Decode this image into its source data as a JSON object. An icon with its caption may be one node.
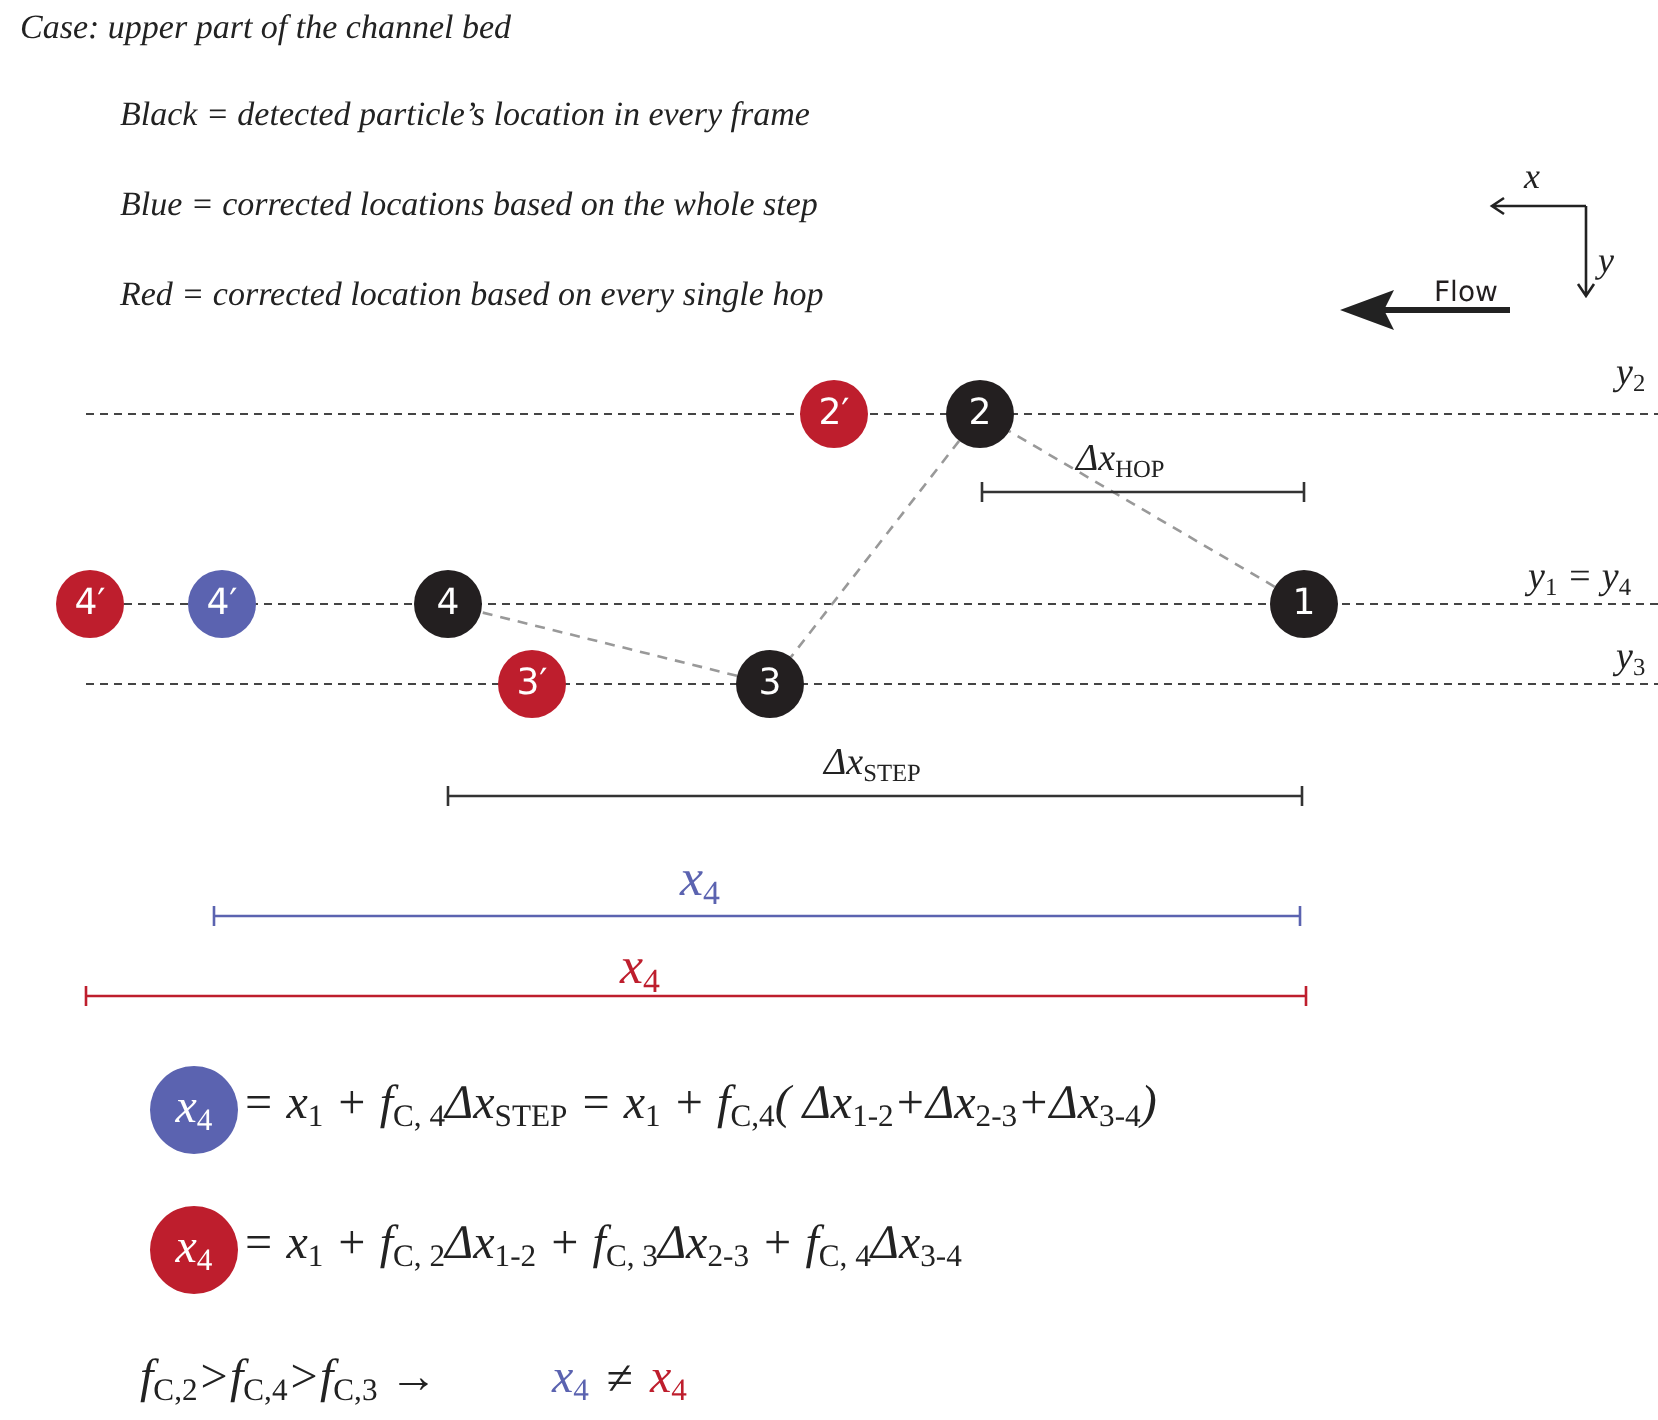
{
  "diagram": {
    "title": "Case: upper part of the channel bed",
    "nodes": [
      {
        "text": [
          "2′"
        ]
      },
      {
        "text": [
          "2"
        ]
      },
      {
        "text": [
          "4′"
        ]
      },
      {
        "text": [
          "4′"
        ]
      },
      {
        "text": [
          "4"
        ]
      },
      {
        "text": [
          "1"
        ]
      },
      {
        "text": [
          "3′"
        ]
      },
      {
        "text": [
          "3"
        ]
      },
      {
        "text": [
          "x$_{4}$"
        ],
        "beside": [
          "= x$_{1}$ + f$_{C, 4}$Δx$_{STEP}$ =  x$_{1}$ + f$_{C,4}$( Δx$_{1-2}$+Δx$_{2-3}$+Δx$_{3-4}$)"
        ]
      },
      {
        "text": [
          "x$_{4}$"
        ],
        "beside": [
          "= x$_{1}$ + f$_{C, 2}$Δx$_{1-2}$ + f$_{C, 3}$Δx$_{2-3}$ + f$_{C, 4}$Δx$_{3-4}$"
        ]
      }
    ],
    "edges": [
      {
        "from": 5,
        "to": 1,
        "arrow": "none",
        "style": "dashed"
      },
      {
        "from": 1,
        "to": 7,
        "arrow": "none",
        "style": "dashed"
      },
      {
        "from": 7,
        "to": 4,
        "arrow": "none",
        "style": "dashed"
      }
    ],
    "labels": [
      "Black = detected particle’s location in every frame",
      "Blue = corrected locations based on the whole step",
      "Red = corrected location based on every single hop",
      "x",
      "y",
      "Flow",
      "y$_{2}$",
      "Δx$_{HOP}$",
      "y$_{1}$ = y$_{4}$",
      "y$_{3}$",
      "Δx$_{STEP}$",
      "x$_{4}$",
      "x$_{4}$",
      "f$_{C,2}$>f$_{C,4}$>f$_{C,3}$ →",
      "x$_{4}$",
      "≠",
      "x$_{4}$"
    ]
  }
}
